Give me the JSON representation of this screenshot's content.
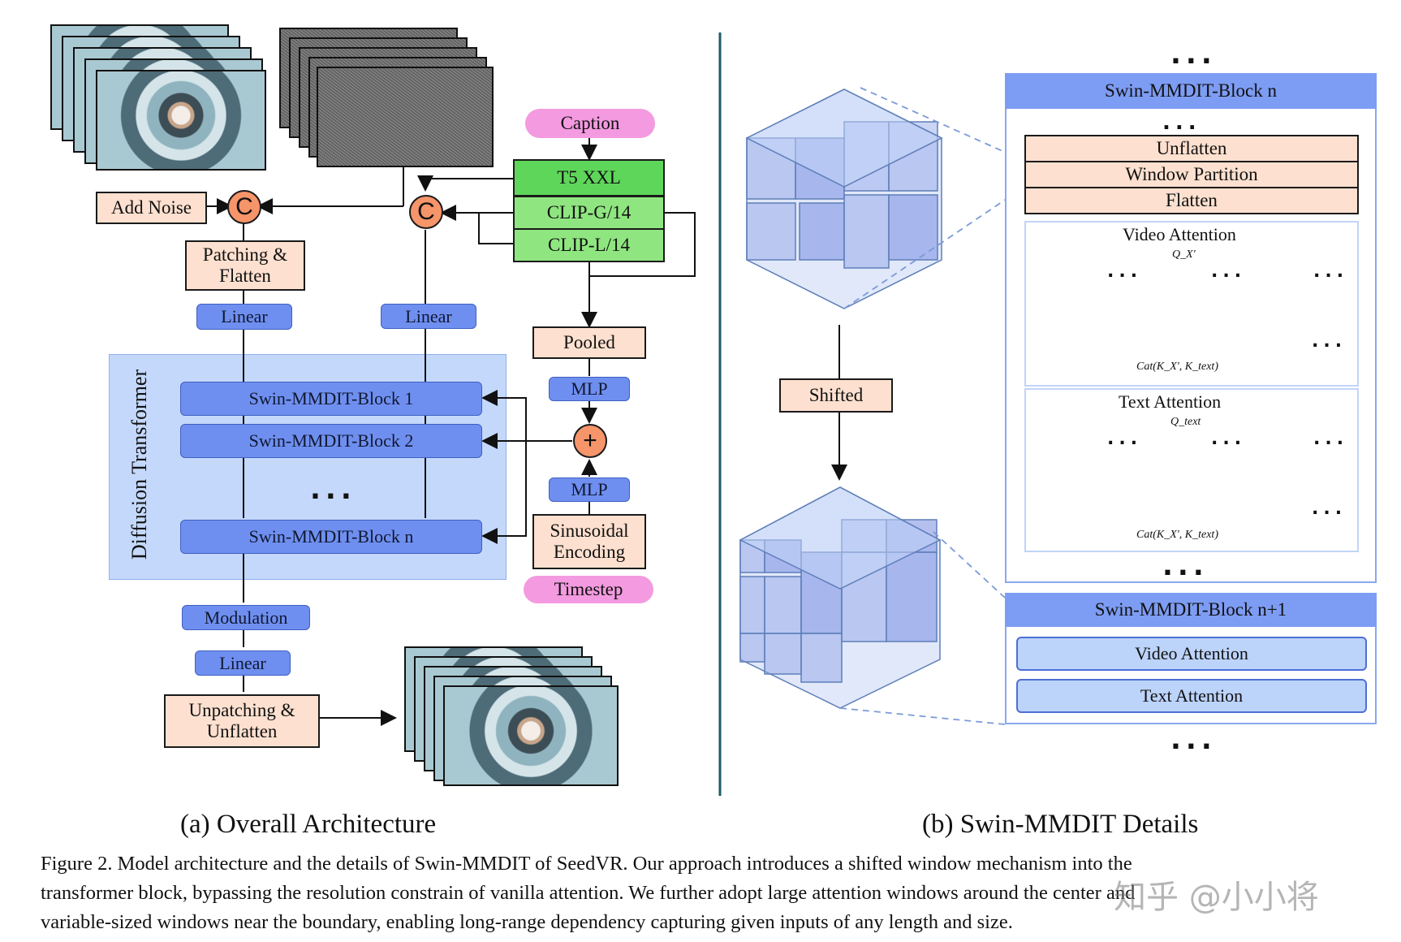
{
  "part_a": {
    "add_noise": "Add Noise",
    "patching_flatten": [
      "Patching &",
      "Flatten"
    ],
    "linear_left": "Linear",
    "linear_right": "Linear",
    "concat_symbol": "C",
    "caption": "Caption",
    "t5": "T5 XXL",
    "clip_g": "CLIP-G/14",
    "clip_l": "CLIP-L/14",
    "pooled": "Pooled",
    "mlp_top": "MLP",
    "mlp_bottom": "MLP",
    "plus_symbol": "+",
    "sinusoidal": [
      "Sinusoidal",
      "Encoding"
    ],
    "timestep": "Timestep",
    "diffusion_transformer": "Diffusion Transformer",
    "block_1": "Swin-MMDIT-Block 1",
    "block_2": "Swin-MMDIT-Block 2",
    "block_n": "Swin-MMDIT-Block n",
    "ellipsis": "...",
    "modulation": "Modulation",
    "linear_bottom": "Linear",
    "unpatching": [
      "Unpatching &",
      "Unflatten"
    ],
    "subtitle": "(a) Overall Architecture"
  },
  "part_b": {
    "shifted": "Shifted",
    "block_n_title": "Swin-MMDIT-Block n",
    "unflatten": "Unflatten",
    "window_partition": "Window Partition",
    "flatten": "Flatten",
    "video_attention_title": "Video Attention",
    "q_video": "Q_X'",
    "cat_video": "Cat(K_X', K_text)",
    "text_attention_title": "Text Attention",
    "q_text": "Q_text",
    "cat_text": "Cat(K_X', K_text)",
    "block_n1_title": "Swin-MMDIT-Block n+1",
    "video_attention": "Video Attention",
    "text_attention": "Text Attention",
    "ellipsis": "...",
    "subtitle": "(b) Swin-MMDIT Details"
  },
  "figure_caption": [
    "Figure 2. Model architecture and the details of Swin-MMDIT of SeedVR. Our approach introduces a shifted window mechanism into the",
    "transformer block, bypassing the resolution constrain of vanilla attention. We further adopt large attention windows around the center and",
    "variable-sized windows near the boundary, enabling long-range dependency capturing given inputs of any length and size."
  ],
  "watermark": "知乎 @小小将",
  "colors": {
    "peach": "#fde0cf",
    "blue": "#6f8ff0",
    "pink": "#f39ae0",
    "green": "#8fe680",
    "orange": "#f6946a",
    "region": "#c4d8fb",
    "divider": "#1f5a66"
  }
}
